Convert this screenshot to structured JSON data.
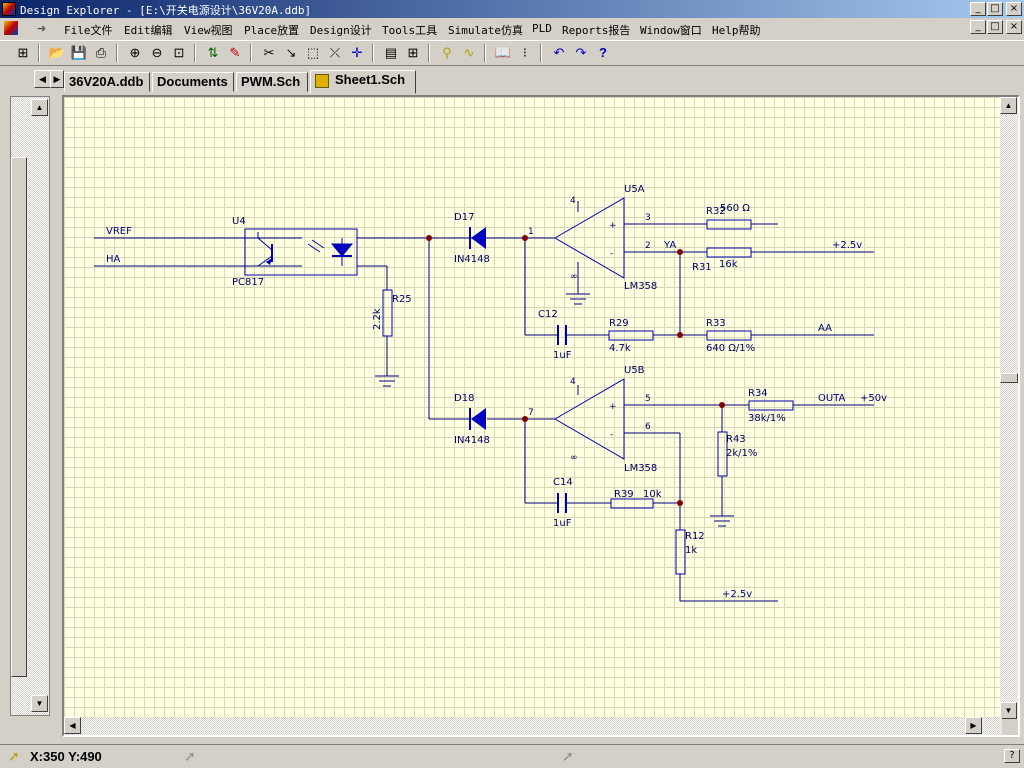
{
  "window": {
    "title": "Design Explorer - [E:\\开关电源设计\\36V20A.ddb]",
    "controls": {
      "minimize": "_",
      "maximize": "□",
      "close": "×"
    }
  },
  "menu": {
    "items": [
      {
        "label": "File文件"
      },
      {
        "label": "Edit编辑"
      },
      {
        "label": "View视图"
      },
      {
        "label": "Place放置"
      },
      {
        "label": "Design设计"
      },
      {
        "label": "Tools工具"
      },
      {
        "label": "Simulate仿真"
      },
      {
        "label": "PLD"
      },
      {
        "label": "Reports报告"
      },
      {
        "label": "Window窗口"
      },
      {
        "label": "Help帮助"
      }
    ]
  },
  "toolbar": {
    "buttons": [
      {
        "icon": "hierarchy-icon",
        "glyph": "⊞"
      },
      {
        "icon": "open-icon",
        "glyph": "📂"
      },
      {
        "icon": "save-icon",
        "glyph": "💾"
      },
      {
        "icon": "print-icon",
        "glyph": "⎙"
      },
      {
        "icon": "zoom-in-icon",
        "glyph": "⊕"
      },
      {
        "icon": "zoom-out-icon",
        "glyph": "⊖"
      },
      {
        "icon": "zoom-fit-icon",
        "glyph": "⊡"
      },
      {
        "icon": "up-down-hierarchy-icon",
        "glyph": "⇅"
      },
      {
        "icon": "cross-probe-icon",
        "glyph": "✎"
      },
      {
        "icon": "cut-icon",
        "glyph": "✂"
      },
      {
        "icon": "wire-icon",
        "glyph": "↘"
      },
      {
        "icon": "select-icon",
        "glyph": "⬚"
      },
      {
        "icon": "deselect-icon",
        "glyph": "⤫"
      },
      {
        "icon": "move-icon",
        "glyph": "✛"
      },
      {
        "icon": "library-icon",
        "glyph": "▤"
      },
      {
        "icon": "browse-library-icon",
        "glyph": "⊞"
      },
      {
        "icon": "probe-icon",
        "glyph": "⚲"
      },
      {
        "icon": "simulate-icon",
        "glyph": "∿"
      },
      {
        "icon": "book-icon",
        "glyph": "📖"
      },
      {
        "icon": "compile-icon",
        "glyph": "⁝"
      },
      {
        "icon": "undo-icon",
        "glyph": "↶"
      },
      {
        "icon": "redo-icon",
        "glyph": "↷"
      },
      {
        "icon": "help-icon",
        "glyph": "?"
      }
    ]
  },
  "tabs": [
    {
      "label": "36V20A.ddb",
      "active": false
    },
    {
      "label": "Documents",
      "active": false
    },
    {
      "label": "PWM.Sch",
      "active": false
    },
    {
      "label": "Sheet1.Sch",
      "active": true
    }
  ],
  "status": {
    "coords": "X:350 Y:490"
  },
  "schematic": {
    "net_labels": {
      "vref": "VREF",
      "ha": "HA",
      "ya": "YA",
      "aa": "AA",
      "outa": "OUTA",
      "p2v5_top": "+2.5v",
      "p50v": "+50v",
      "p2v5_bottom": "+2.5v"
    },
    "parts": {
      "u4_ref": "U4",
      "u4_val": "PC817",
      "d17_ref": "D17",
      "d17_val": "IN4148",
      "d18_ref": "D18",
      "d18_val": "IN4148",
      "u5a_ref": "U5A",
      "u5a_val": "LM358",
      "u5b_ref": "U5B",
      "u5b_val": "LM358",
      "r32_ref": "R32",
      "r32_val": "560 Ω",
      "r31_ref": "R31",
      "r31_val": "16k",
      "r33_ref": "R33",
      "r33_val": "640 Ω/1%",
      "r29_ref": "R29",
      "r29_val": "4.7k",
      "c12_ref": "C12",
      "c12_val": "1uF",
      "r25_ref": "R25",
      "r25_val": "2.2k",
      "r34_ref": "R34",
      "r34_val": "38k/1%",
      "r43_ref": "R43",
      "r43_val": "2k/1%",
      "r39_ref": "R39",
      "r39_val": "10k",
      "c14_ref": "C14",
      "c14_val": "1uF",
      "r12_ref": "R12",
      "r12_val": "1k"
    },
    "pins": {
      "u5a_pin1": "1",
      "u5a_pin2": "2",
      "u5a_pin3": "3",
      "u5a_pin4": "4",
      "u5a_pin8": "∞",
      "u5b_pin4": "4",
      "u5b_pin5": "5",
      "u5b_pin6": "6",
      "u5b_pin7": "7",
      "u5b_pin8": "∞",
      "plus": "+",
      "minus": "-"
    },
    "colors": {
      "wire": "#000080",
      "part": "#0000b0",
      "label": "#000080",
      "junction": "#800000",
      "diode_fill": "#0000c0",
      "grid_bg": "#ffffe1",
      "grid_line": "#d8d8b8"
    }
  }
}
